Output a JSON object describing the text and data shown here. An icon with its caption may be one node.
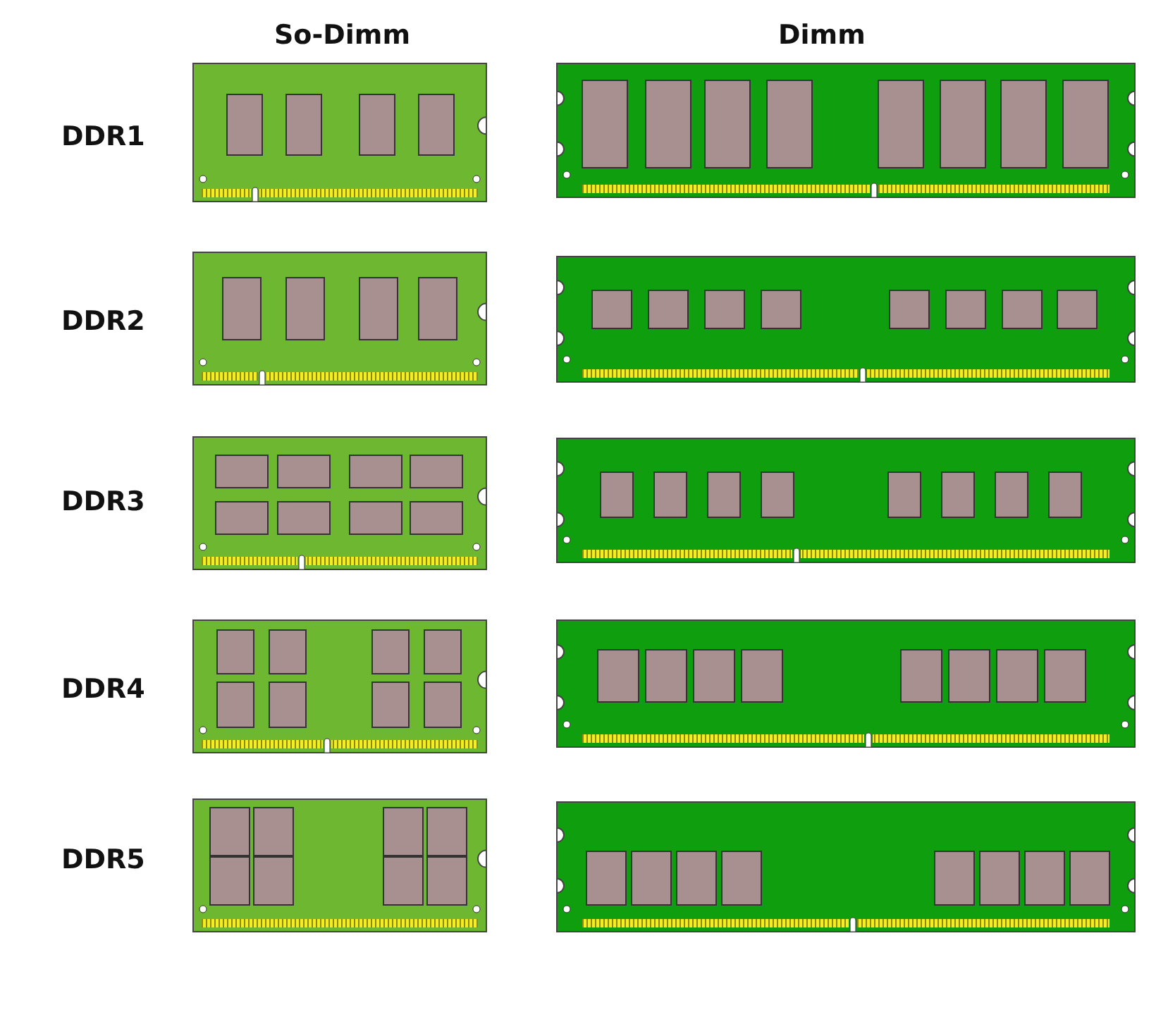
{
  "diagram": {
    "labels": [
      "So-Dimm",
      "Dimm",
      "DDR1",
      "DDR2",
      "DDR3",
      "DDR4",
      "DDR5"
    ]
  }
}
